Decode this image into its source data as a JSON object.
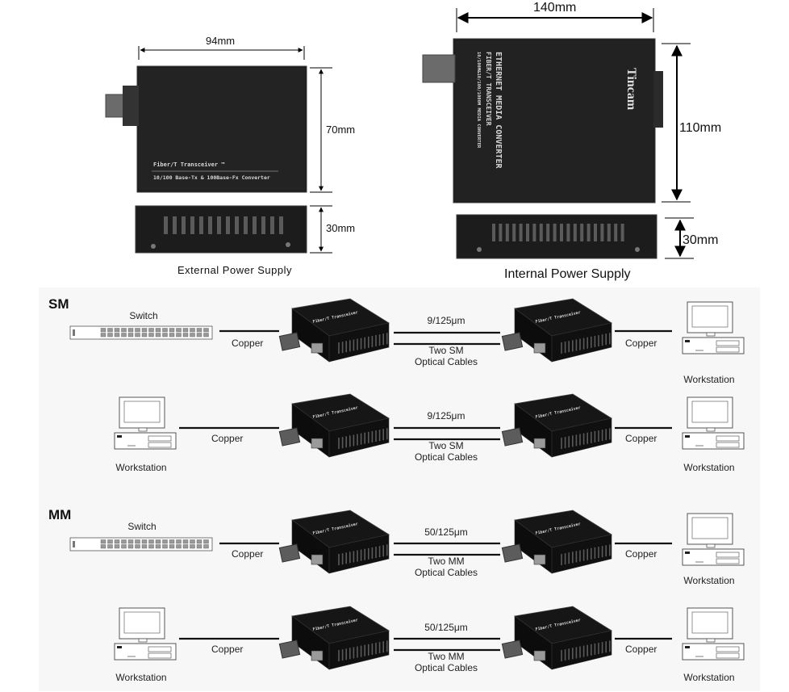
{
  "top": {
    "external": {
      "width_label": "94mm",
      "depth_label": "70mm",
      "height_label": "30mm",
      "caption": "External  Power  Supply",
      "device_line1": "Fiber/T Transceiver ™",
      "device_line2": "10/100 Base-Tx & 100Base-Fx Converter"
    },
    "internal": {
      "width_label": "140mm",
      "depth_label": "110mm",
      "height_label": "30mm",
      "caption": "Internal Power Supply",
      "brand": "Tincam",
      "device_line1": "ETHERNET MEDIA CONVERTER",
      "device_line2": "FIBER/T TRANSCEIVER",
      "device_line3": "10/100M&10/100/1000M MEDIA CONVERTER"
    }
  },
  "sections": [
    {
      "title": "SM",
      "rows": [
        {
          "left_label": "Switch",
          "left_cable": "Copper",
          "fiber_top": "9/125μm",
          "fiber_bottom": "Two SM\nOptical Cables",
          "right_cable": "Copper",
          "right_label": "Workstation"
        },
        {
          "left_label": "Workstation",
          "left_cable": "Copper",
          "fiber_top": "9/125μm",
          "fiber_bottom": "Two SM\nOptical Cables",
          "right_cable": "Copper",
          "right_label": "Workstation"
        }
      ]
    },
    {
      "title": "MM",
      "rows": [
        {
          "left_label": "Switch",
          "left_cable": "Copper",
          "fiber_top": "50/125μm",
          "fiber_bottom": "Two MM\nOptical Cables",
          "right_cable": "Copper",
          "right_label": "Workstation"
        },
        {
          "left_label": "Workstation",
          "left_cable": "Copper",
          "fiber_top": "50/125μm",
          "fiber_bottom": "Two MM\nOptical Cables",
          "right_cable": "Copper",
          "right_label": "Workstation"
        }
      ]
    }
  ],
  "mini_device_text": "Fiber/T Transceiver",
  "colors": {
    "device_body": "#1c1c1c",
    "device_edge": "#3a3a3a",
    "panel_bg": "#f7f7f7",
    "line": "#111111"
  }
}
